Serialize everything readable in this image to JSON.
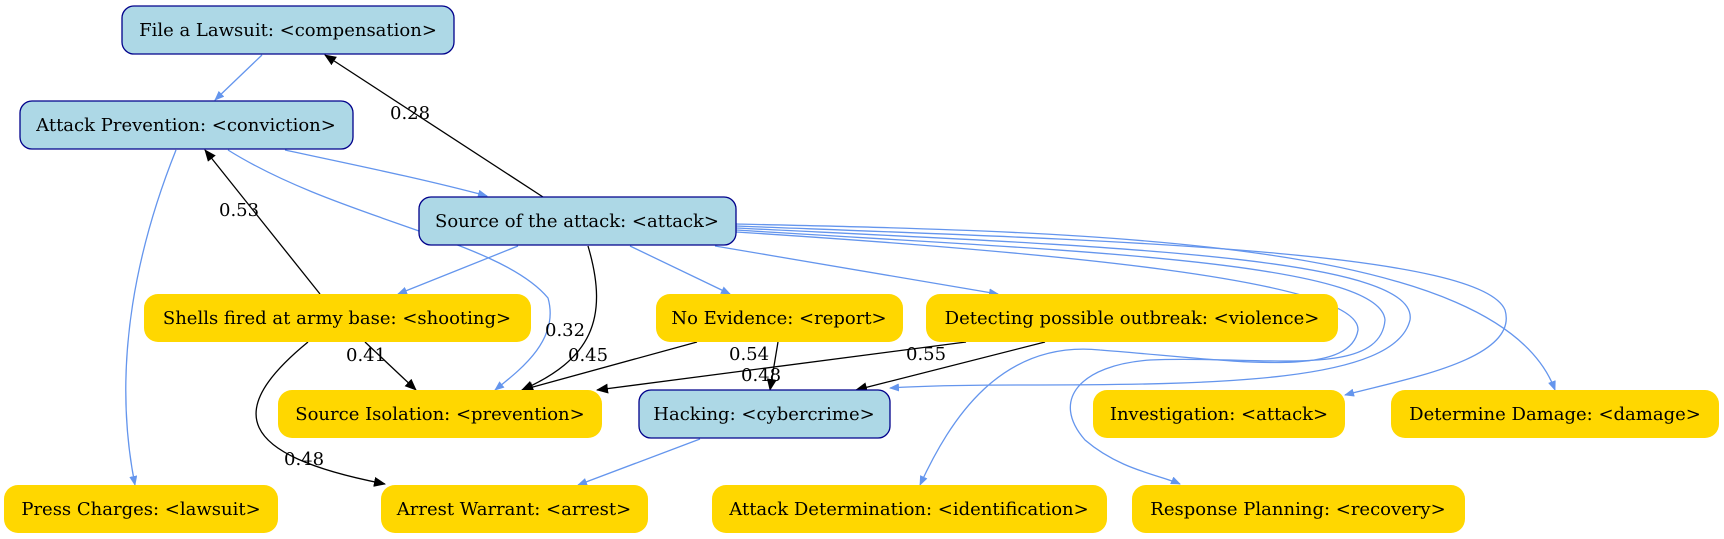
{
  "colors": {
    "blue_fill": "#add8e6",
    "blue_stroke": "#00008b",
    "gold_fill": "#ffd700",
    "edge_blue": "#6495ed",
    "edge_black": "#000000"
  },
  "nodes": {
    "n_lawsuit": "File a Lawsuit: <compensation>",
    "n_prevent": "Attack Prevention: <conviction>",
    "n_source": "Source of the attack: <attack>",
    "n_shells": "Shells fired at army base: <shooting>",
    "n_noev": "No Evidence: <report>",
    "n_detect": "Detecting possible outbreak: <violence>",
    "n_isolation": "Source Isolation: <prevention>",
    "n_hacking": "Hacking: <cybercrime>",
    "n_invest": "Investigation: <attack>",
    "n_damage": "Determine Damage: <damage>",
    "n_press": "Press Charges: <lawsuit>",
    "n_warrant": "Arrest Warrant: <arrest>",
    "n_attackdet": "Attack Determination: <identification>",
    "n_response": "Response Planning: <recovery>"
  },
  "edge_labels": {
    "e_source_lawsuit": "0.28",
    "e_shells_prevent": "0.53",
    "e_shells_isolation": "0.41",
    "e_source_isolation": "0.45",
    "e_noev_isolation": "0.32",
    "e_noev_hacking": "0.54",
    "e_source_hacking": "0.48",
    "e_detect_isolation": "0.55",
    "e_shells_warrant": "0.48"
  }
}
